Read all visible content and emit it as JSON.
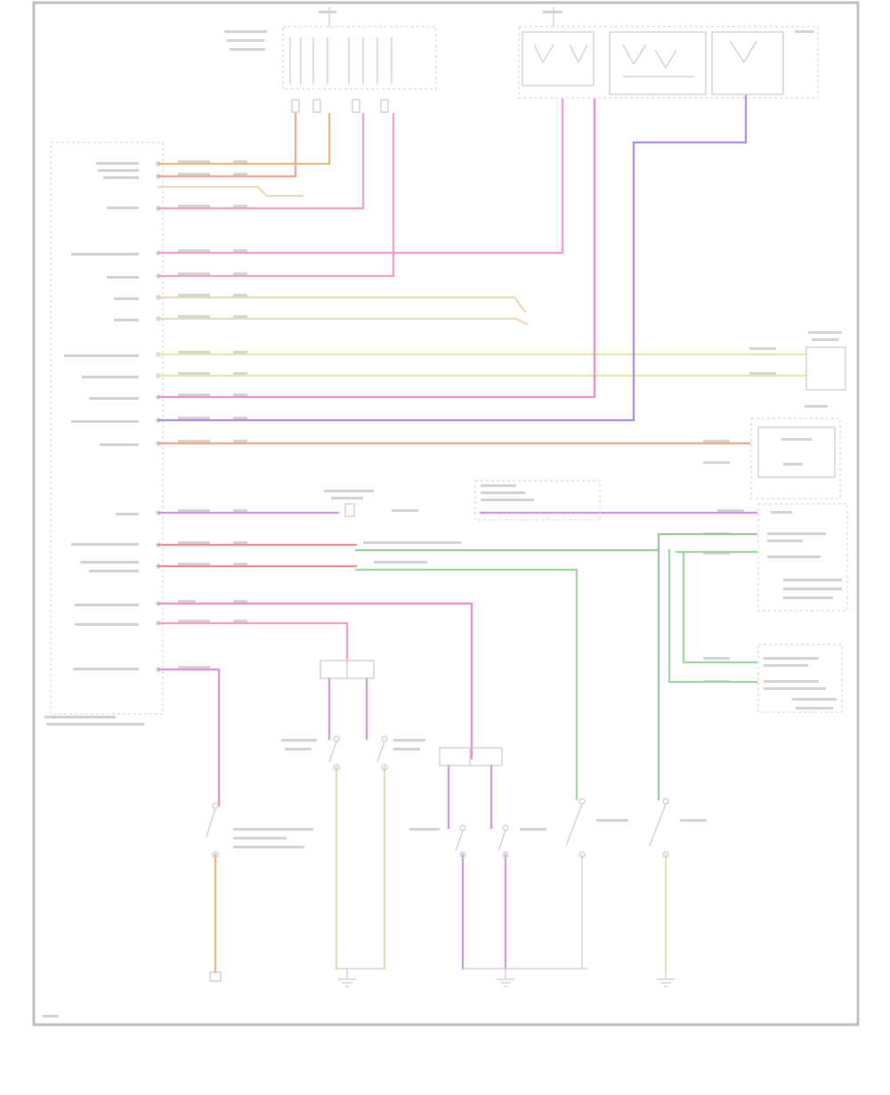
{
  "diagram": {
    "colors": {
      "frame": "#bdbdbd",
      "pink": "#f29ac8",
      "magenta": "#e98bd6",
      "orange": "#f2b27a",
      "red": "#ee8a8a",
      "purple": "#a98be8",
      "yellow": "#e6e7a4",
      "tan": "#e8d9b6",
      "green": "#9fd39f",
      "dark_green": "#9cc39c",
      "salmon": "#f0a58f",
      "violet": "#cd94e2"
    },
    "connector_count": 2,
    "ground_count": 3,
    "switch_count": 7
  }
}
